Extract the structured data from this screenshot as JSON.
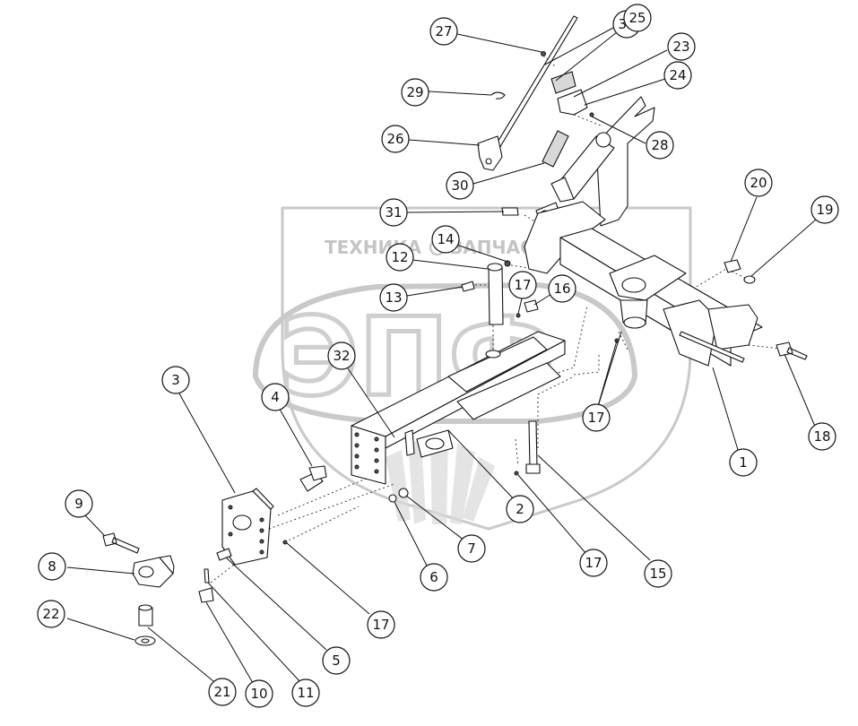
{
  "watermark": {
    "left_word": "ТЕХНИКА",
    "right_word": "ЗАПЧАСТИ",
    "logo_letters": "ЭПФ"
  },
  "callouts": [
    {
      "id": "c27",
      "label": "27"
    },
    {
      "id": "c33",
      "label": "33"
    },
    {
      "id": "c25",
      "label": "25"
    },
    {
      "id": "c23",
      "label": "23"
    },
    {
      "id": "c24",
      "label": "24"
    },
    {
      "id": "c29",
      "label": "29"
    },
    {
      "id": "c28",
      "label": "28"
    },
    {
      "id": "c26",
      "label": "26"
    },
    {
      "id": "c30",
      "label": "30"
    },
    {
      "id": "c20",
      "label": "20"
    },
    {
      "id": "c19",
      "label": "19"
    },
    {
      "id": "c31",
      "label": "31"
    },
    {
      "id": "c14",
      "label": "14"
    },
    {
      "id": "c12",
      "label": "12"
    },
    {
      "id": "c13",
      "label": "13"
    },
    {
      "id": "c17a",
      "label": "17"
    },
    {
      "id": "c16",
      "label": "16"
    },
    {
      "id": "c32",
      "label": "32"
    },
    {
      "id": "c3",
      "label": "3"
    },
    {
      "id": "c4",
      "label": "4"
    },
    {
      "id": "c17b",
      "label": "17"
    },
    {
      "id": "c18",
      "label": "18"
    },
    {
      "id": "c1",
      "label": "1"
    },
    {
      "id": "c9",
      "label": "9"
    },
    {
      "id": "c2",
      "label": "2"
    },
    {
      "id": "c8",
      "label": "8"
    },
    {
      "id": "c7",
      "label": "7"
    },
    {
      "id": "c17c",
      "label": "17"
    },
    {
      "id": "c15",
      "label": "15"
    },
    {
      "id": "c6",
      "label": "6"
    },
    {
      "id": "c22",
      "label": "22"
    },
    {
      "id": "c17d",
      "label": "17"
    },
    {
      "id": "c5",
      "label": "5"
    },
    {
      "id": "c21",
      "label": "21"
    },
    {
      "id": "c10",
      "label": "10"
    },
    {
      "id": "c11",
      "label": "11"
    }
  ]
}
